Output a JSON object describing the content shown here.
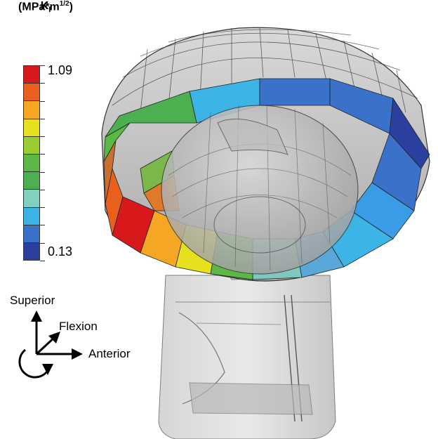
{
  "legend": {
    "symbol": "K",
    "symbol_sub": "I",
    "unit_prefix": "(MPa*m",
    "unit_sup": "1/2",
    "unit_suffix": ")",
    "max_label": "1.09",
    "min_label": "0.13",
    "max_value": 1.09,
    "min_value": 0.13,
    "colors": [
      "#d7191c",
      "#e8601c",
      "#f5a623",
      "#e6e01e",
      "#9acd32",
      "#5cb845",
      "#4caf50",
      "#7fd1c2",
      "#3cb4e6",
      "#3a72c9",
      "#2b3f9e"
    ]
  },
  "axes": {
    "superior": "Superior",
    "flexion": "Flexion",
    "anterior": "Anterior"
  }
}
